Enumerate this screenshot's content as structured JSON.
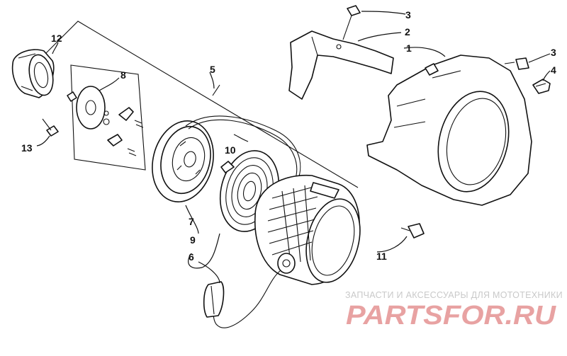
{
  "diagram": {
    "callouts": {
      "c1": "1",
      "c2": "2",
      "c3a": "3",
      "c3b": "3",
      "c4": "4",
      "c5": "5",
      "c6": "6",
      "c7": "7",
      "c8": "8",
      "c9": "9",
      "c10": "10",
      "c11": "11",
      "c12": "12",
      "c13": "13"
    }
  },
  "watermark": {
    "tagline": "ЗАПЧАСТИ И АКСЕССУАРЫ ДЛЯ МОТОТЕХНИКИ",
    "logo_text": "PARTSFOR.RU",
    "color_logo": "#e8a2a2",
    "color_tagline": "#c9c9c9"
  }
}
